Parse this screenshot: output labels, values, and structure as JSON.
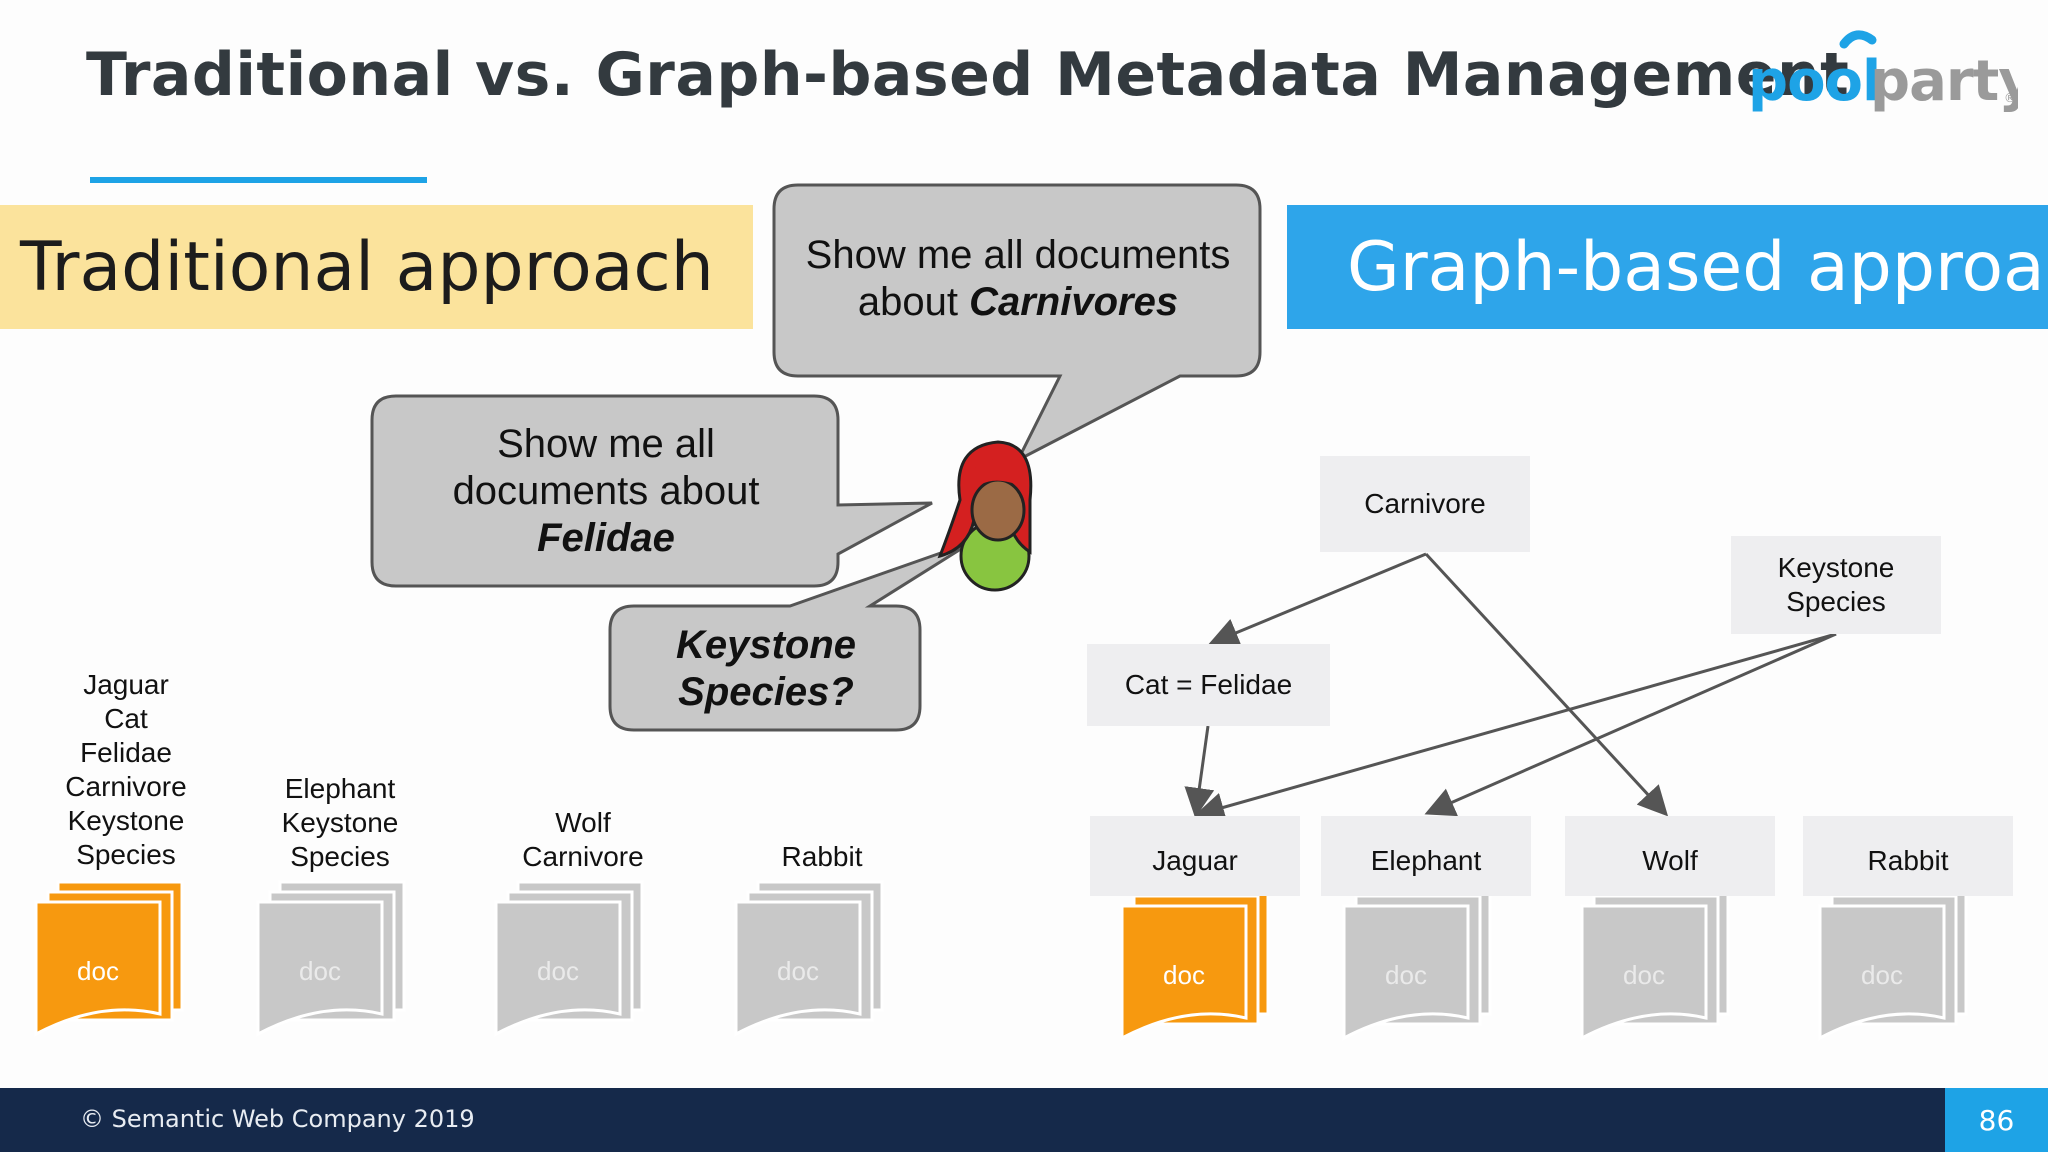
{
  "slide": {
    "title": "Traditional vs. Graph-based Metadata Management",
    "logo_text": "poolparty",
    "footer": "© Semantic Web Company 2019",
    "page_number": "86"
  },
  "bands": {
    "traditional": "Traditional approach",
    "graph": "Graph-based approach"
  },
  "bubbles": {
    "carnivores": {
      "line1": "Show me all documents",
      "line2_prefix": "about ",
      "emphasis": "Carnivores"
    },
    "felidae": {
      "line1": "Show me all",
      "line2": "documents about",
      "emphasis": "Felidae"
    },
    "keystone": {
      "line1": "Keystone",
      "line2": "Species?"
    }
  },
  "traditional_docs": [
    {
      "tags": "Jaguar\nCat\nFelidae\nCarnivore\nKeystone\nSpecies",
      "doc_label": "doc",
      "highlighted": true
    },
    {
      "tags": "Elephant\nKeystone\nSpecies",
      "doc_label": "doc",
      "highlighted": false
    },
    {
      "tags": "Wolf\nCarnivore",
      "doc_label": "doc",
      "highlighted": false
    },
    {
      "tags": "Rabbit",
      "doc_label": "doc",
      "highlighted": false
    }
  ],
  "graph": {
    "carnivore": "Carnivore",
    "keystone_species": "Keystone\nSpecies",
    "cat_felidae": "Cat = Felidae",
    "leaves": [
      {
        "label": "Jaguar",
        "doc_label": "doc",
        "highlighted": true
      },
      {
        "label": "Elephant",
        "doc_label": "doc",
        "highlighted": false
      },
      {
        "label": "Wolf",
        "doc_label": "doc",
        "highlighted": false
      },
      {
        "label": "Rabbit",
        "doc_label": "doc",
        "highlighted": false
      }
    ]
  },
  "colors": {
    "accent_blue": "#1ea3e6",
    "band_yellow": "#fbe39c",
    "doc_orange": "#f7990f",
    "doc_gray": "#c8c8c8",
    "footer_navy": "#15294a"
  }
}
